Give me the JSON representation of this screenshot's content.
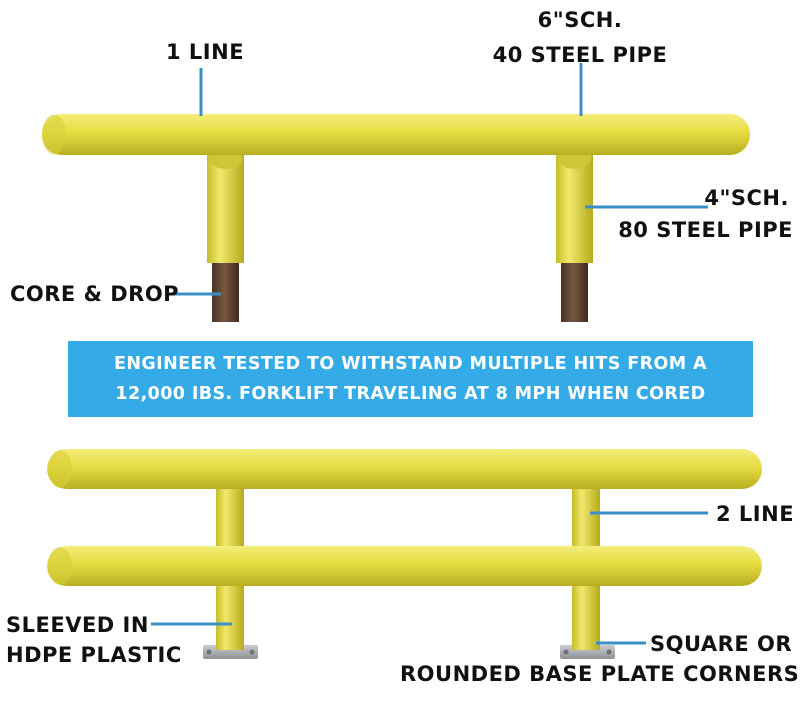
{
  "colors": {
    "pipe_yellow": "#e9e04a",
    "pipe_shadow": "#b6ae1e",
    "core_rust": "#6b4b38",
    "callout_line": "#3b8fc8",
    "banner_bg": "#34aae7",
    "banner_text": "#ffffff"
  },
  "labels": {
    "one_line": "1 LINE",
    "steel_6_line1": "6\"SCH.",
    "steel_6_line2": "40 STEEL PIPE",
    "steel_4_line1": "4\"SCH.",
    "steel_4_line2": "80 STEEL PIPE",
    "core_drop": "CORE & DROP",
    "two_line": "2 LINE",
    "sleeved_line1": "SLEEVED IN",
    "sleeved_line2": "HDPE PLASTIC",
    "base_line1": "SQUARE OR",
    "base_line2": "ROUNDED BASE PLATE CORNERS"
  },
  "banner": {
    "line1": "ENGINEER TESTED TO WITHSTAND MULTIPLE HITS FROM A",
    "line2": "12,000 IBS. FORKLIFT TRAVELING AT 8 MPH WHEN CORED"
  }
}
